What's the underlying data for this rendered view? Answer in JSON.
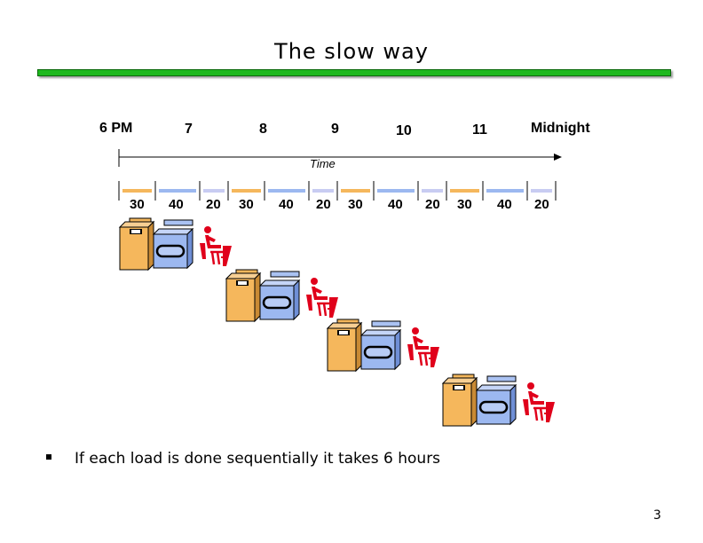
{
  "slide": {
    "title": "The slow way",
    "axis_time_labels": [
      "6 PM",
      "7",
      "8",
      "9",
      "10",
      "11",
      "Midnight"
    ],
    "axis_caption": "Time",
    "stage_durations": [
      "30",
      "40",
      "20",
      "30",
      "40",
      "20",
      "30",
      "40",
      "20",
      "30",
      "40",
      "20"
    ],
    "stage_colors": {
      "wash": "#f5b75c",
      "dry": "#9cb8f0",
      "fold": "#c8ccf2"
    },
    "bullet": "If each load is done sequentially it takes 6 hours",
    "page_number": "3",
    "loads": [
      {
        "name": "load-1",
        "icons": [
          "washer-icon",
          "dryer-icon",
          "folding-person-icon"
        ]
      },
      {
        "name": "load-2",
        "icons": [
          "washer-icon",
          "dryer-icon",
          "folding-person-icon"
        ]
      },
      {
        "name": "load-3",
        "icons": [
          "washer-icon",
          "dryer-icon",
          "folding-person-icon"
        ]
      },
      {
        "name": "load-4",
        "icons": [
          "washer-icon",
          "dryer-icon",
          "folding-person-icon"
        ]
      }
    ],
    "rule_color": "#1eb81e"
  }
}
